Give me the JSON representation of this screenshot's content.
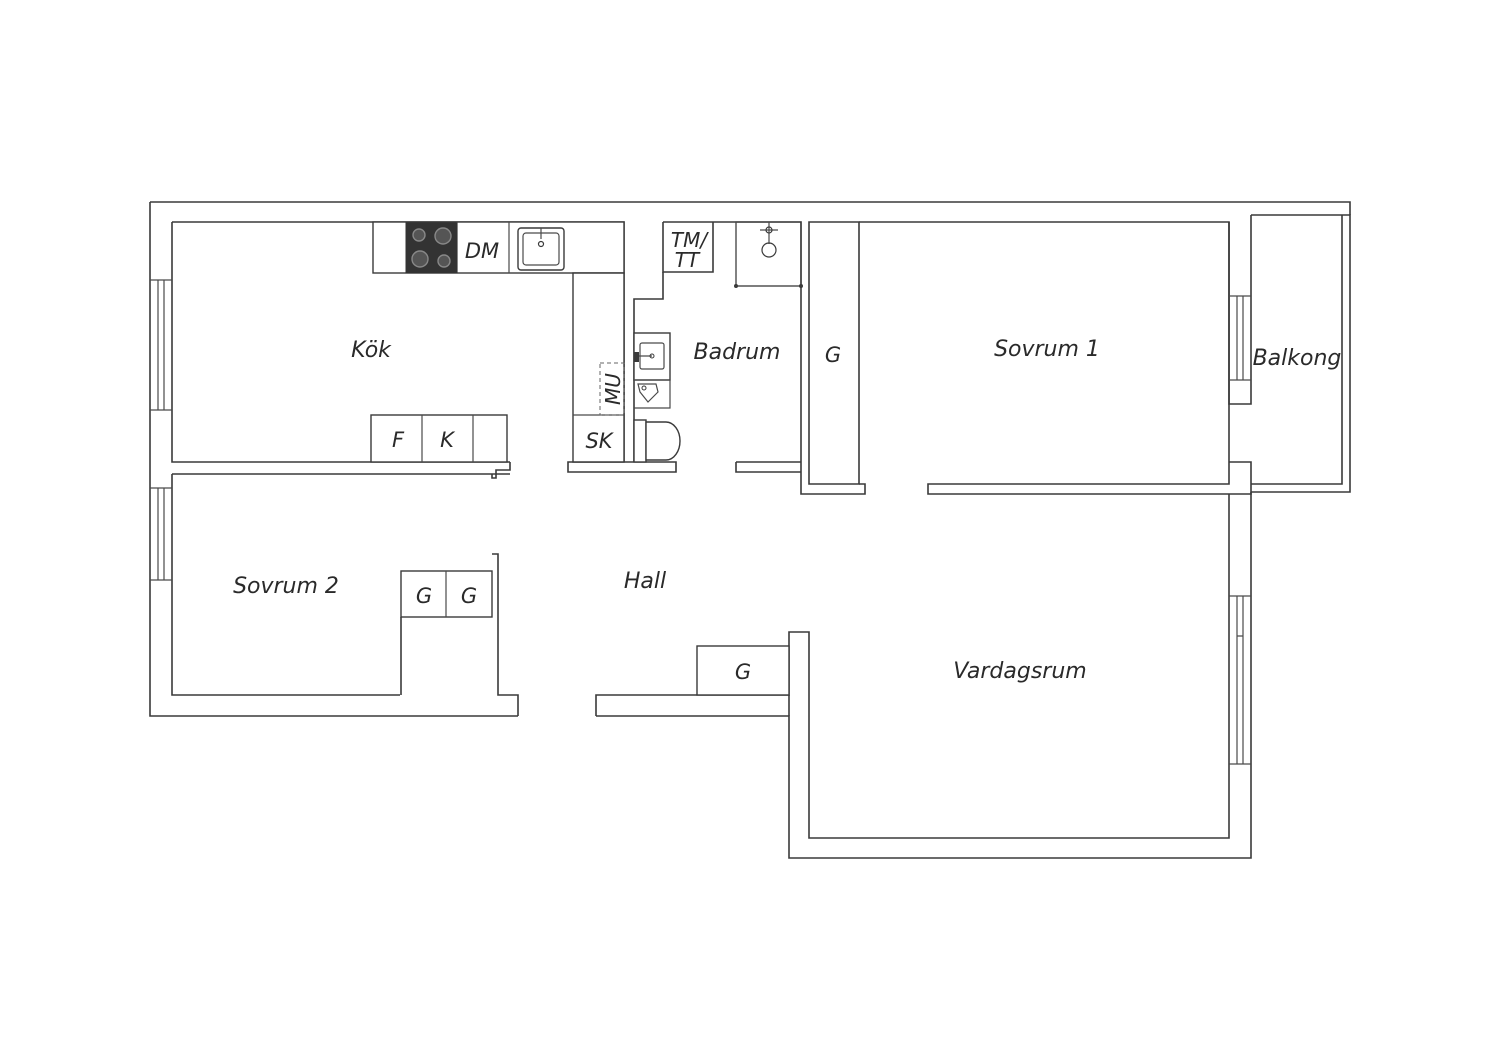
{
  "rooms": {
    "kitchen": "Kök",
    "bathroom": "Badrum",
    "bedroom1": "Sovrum 1",
    "balcony": "Balkong",
    "bedroom2": "Sovrum 2",
    "hall": "Hall",
    "living": "Vardagsrum"
  },
  "fixtures": {
    "dishwasher": "DM",
    "fridge": "F",
    "freezer": "K",
    "cabinet_sk": "SK",
    "mu": "MU",
    "washer_dryer_line1": "TM/",
    "washer_dryer_line2": "TT",
    "wardrobe_hall_right": "G",
    "wardrobe_bed2_a": "G",
    "wardrobe_bed2_b": "G",
    "wardrobe_hall_bottom": "G"
  },
  "colors": {
    "wall_stroke": "#3a3a3a",
    "stove_fill": "#333333",
    "background": "#ffffff"
  }
}
